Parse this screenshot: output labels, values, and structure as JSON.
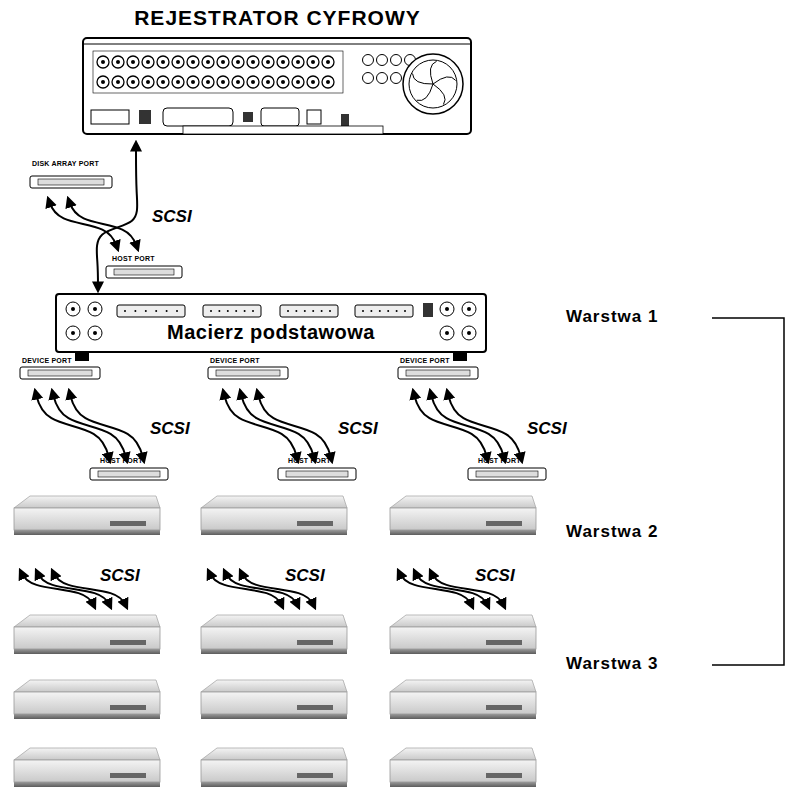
{
  "diagram": {
    "nodes": [
      {
        "text": [
          "REJESTRATOR CYFROWY"
        ]
      },
      {
        "text": [
          "Macierz podstawowa"
        ]
      }
    ],
    "edges": [
      {
        "from": 0,
        "to": 1,
        "arrow": "both",
        "label": "SCSI"
      }
    ],
    "labels": [
      "DISK ARRAY PORT",
      "HOST PORT",
      "DEVICE PORT",
      "SCSI",
      "HOST PORT",
      "DEVICE PORT",
      "SCSI",
      "HOST PORT",
      "DEVICE PORT",
      "SCSI",
      "HOST PORT",
      "SCSI",
      "SCSI",
      "SCSI",
      "Warstwa 1",
      "Warstwa 2",
      "Warstwa 3"
    ]
  }
}
